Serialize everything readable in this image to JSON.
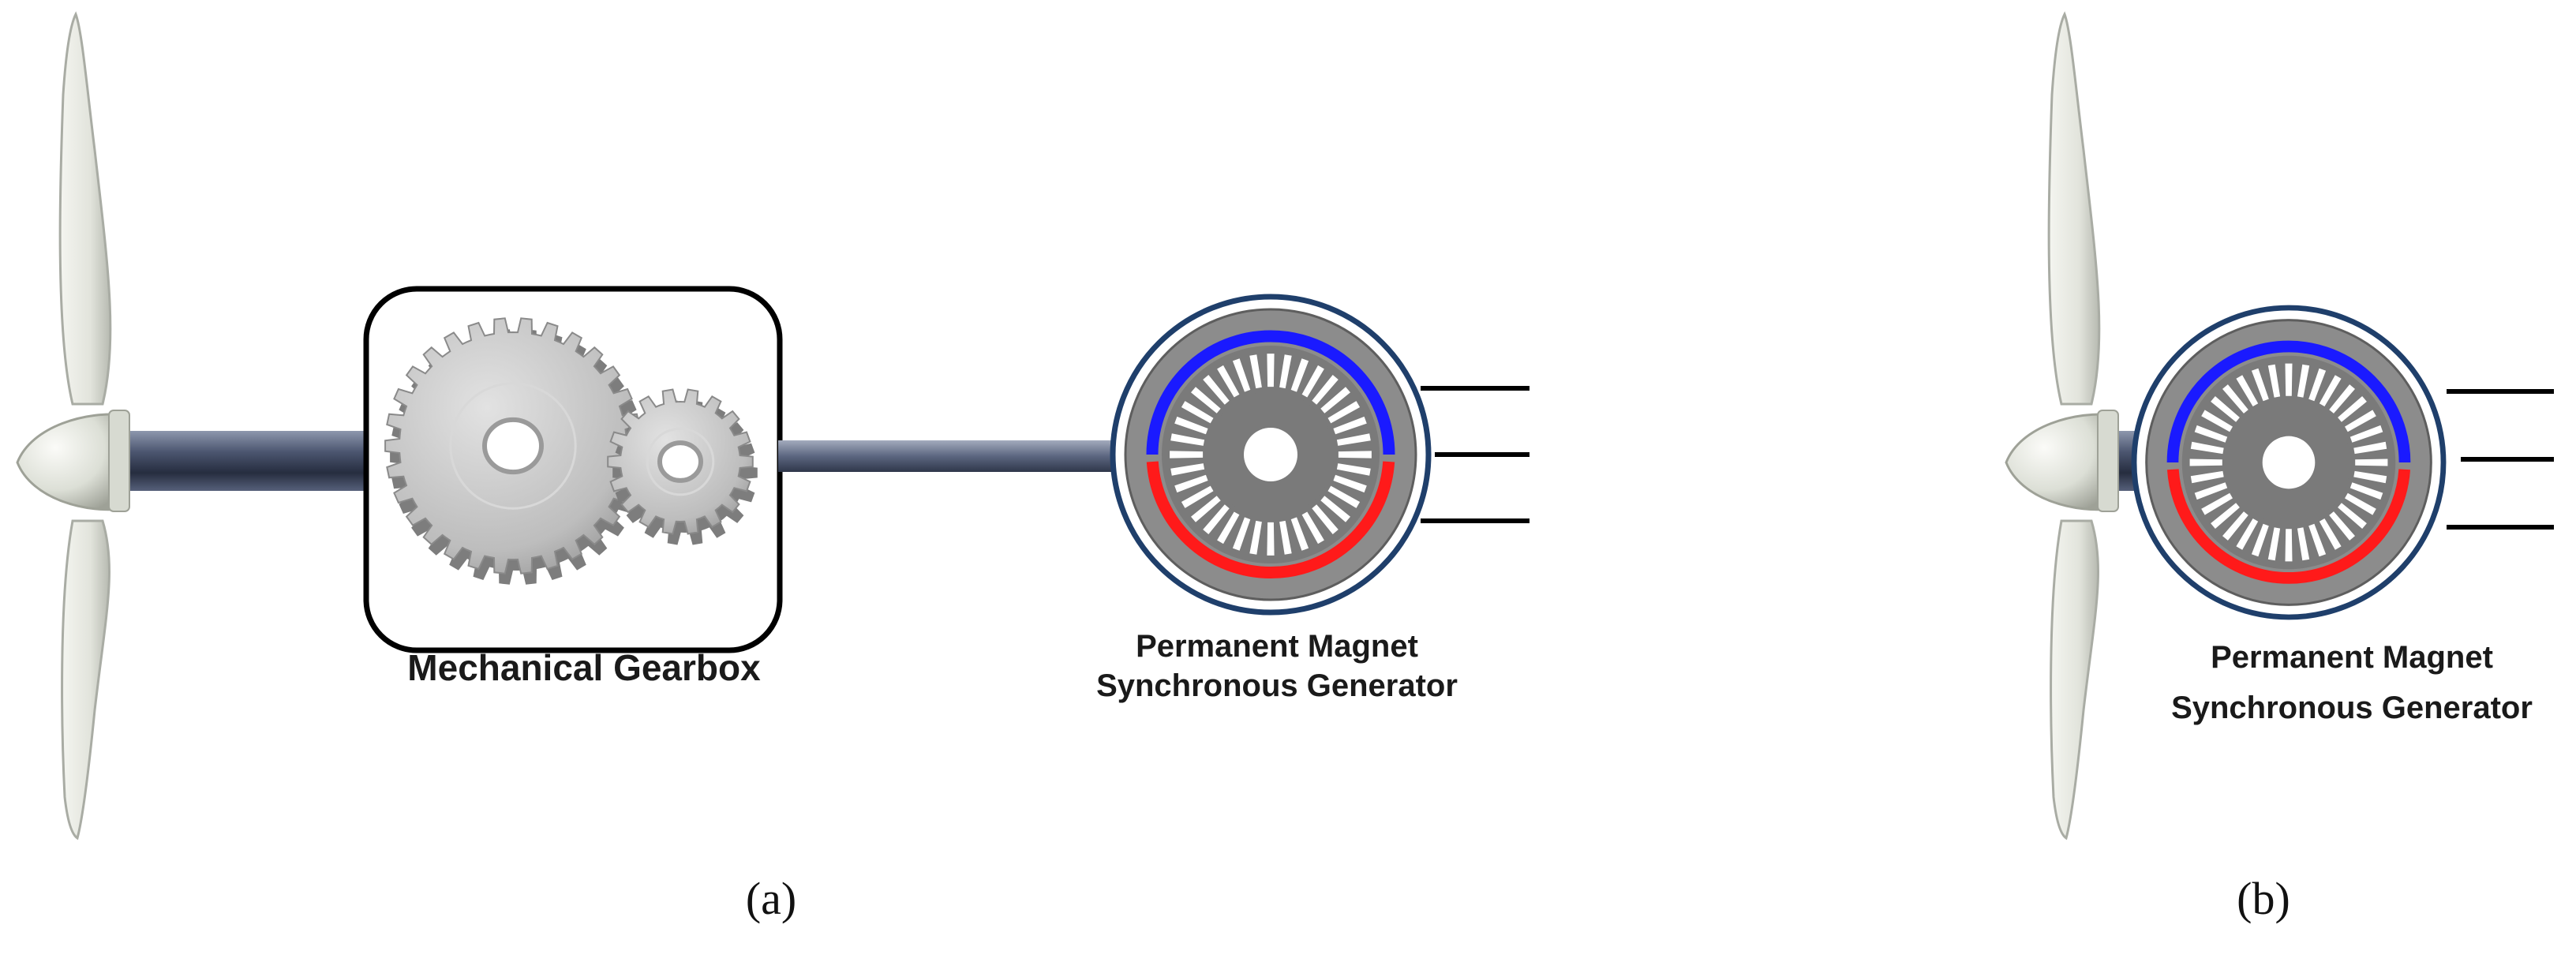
{
  "panels": {
    "a": {
      "caption": "(a)",
      "gearbox_label": "Mechanical Gearbox",
      "generator_label_line1": "Permanent Magnet",
      "generator_label_line2": "Synchronous Generator"
    },
    "b": {
      "caption": "(b)",
      "generator_label_line1": "Permanent Magnet",
      "generator_label_line2": "Synchronous Generator"
    }
  },
  "colors": {
    "blade": "#e6e8e1",
    "blade_edge": "#a9aca4",
    "shaft": "#3b4459",
    "gear": "#b8b8b8",
    "generator_ring": "#1f3f6b",
    "stator": "#7a7a7a",
    "magnet_north": "#1a1aff",
    "magnet_south": "#ff1a1a",
    "wires": "#000000"
  }
}
